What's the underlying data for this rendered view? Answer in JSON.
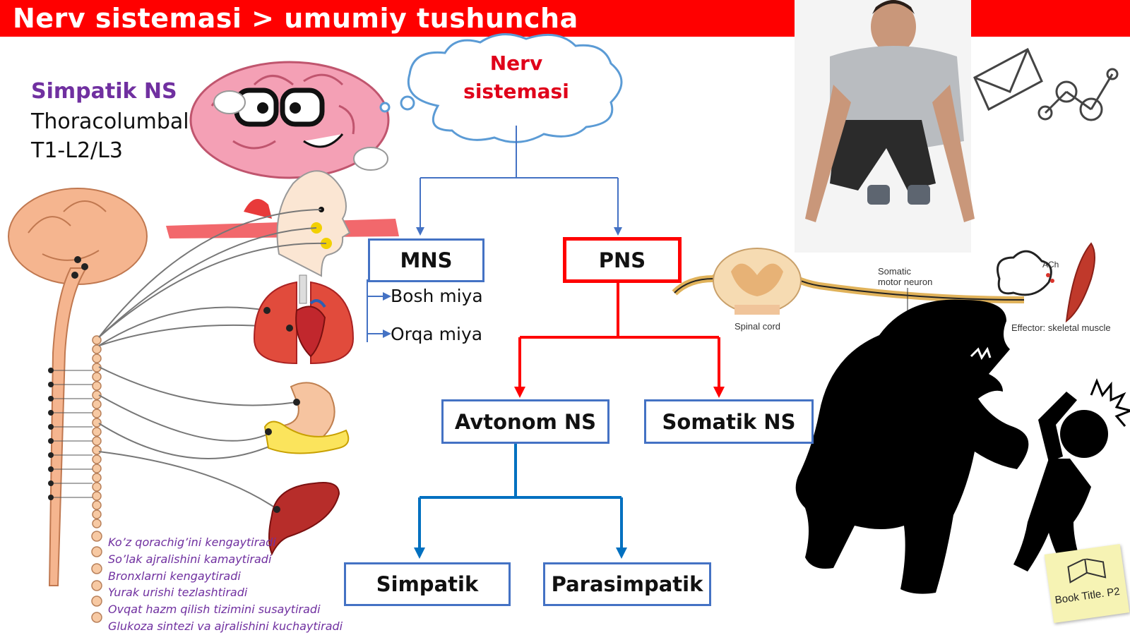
{
  "title": "Nerv sistemasi > umumiy tushuncha",
  "left_heading": {
    "name": "Simpatik NS",
    "region": "Thoracolumbal",
    "segments": "T1-L2/L3"
  },
  "tree": {
    "root": [
      "Nerv",
      "sistemasi"
    ],
    "mns": "MNS",
    "pns": "PNS",
    "mns_items": [
      "Bosh miya",
      "Orqa miya"
    ],
    "avtonom": "Avtonom NS",
    "somatik": "Somatik NS",
    "simpatik": "Simpatik",
    "parasimpatik": "Parasimpatik"
  },
  "effects": [
    "Ko’z qorachig’ini kengaytiradi",
    "So’lak ajralishini kamaytiradi",
    "Bronxlarni kengaytiradi",
    "Yurak urishi tezlashtiradi",
    "Ovqat hazm qilish tizimini susaytiradi",
    "Glukoza sintezi va ajralishini kuchaytiradi"
  ],
  "reflex_labels": {
    "spinal_cord": "Spinal cord",
    "motor_neuron": [
      "Somatic",
      "motor neuron"
    ],
    "ach": "ACh",
    "effector": "Effector: skeletal muscle"
  },
  "note": "Book Title. P2",
  "colors": {
    "title_bar": "#ff0000",
    "accent_purple": "#7030a0",
    "box_blue": "#4472c4",
    "box_red": "#ff0000",
    "arrow_blue": "#0070c0",
    "cloud_text": "#e0001a"
  }
}
